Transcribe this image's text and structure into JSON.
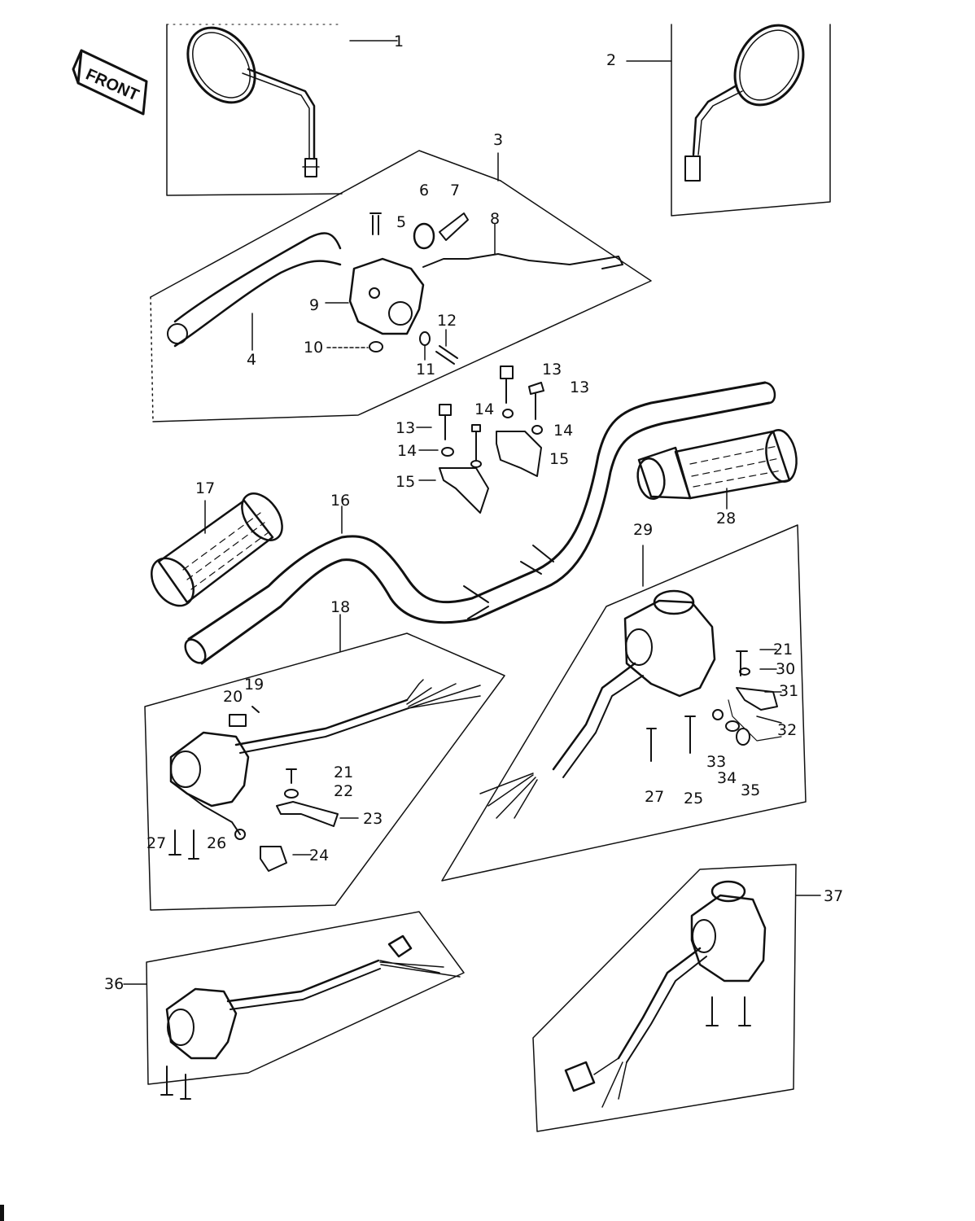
{
  "diagram": {
    "front_sign": "FRONT",
    "callouts": [
      {
        "id": "c1",
        "text": "1"
      },
      {
        "id": "c2",
        "text": "2"
      },
      {
        "id": "c3",
        "text": "3"
      },
      {
        "id": "c4",
        "text": "4"
      },
      {
        "id": "c5",
        "text": "5"
      },
      {
        "id": "c6",
        "text": "6"
      },
      {
        "id": "c7",
        "text": "7"
      },
      {
        "id": "c8",
        "text": "8"
      },
      {
        "id": "c9",
        "text": "9"
      },
      {
        "id": "c10",
        "text": "10"
      },
      {
        "id": "c11",
        "text": "11"
      },
      {
        "id": "c12",
        "text": "12"
      },
      {
        "id": "c13a",
        "text": "13"
      },
      {
        "id": "c13b",
        "text": "13"
      },
      {
        "id": "c13c",
        "text": "13"
      },
      {
        "id": "c14a",
        "text": "14"
      },
      {
        "id": "c14b",
        "text": "14"
      },
      {
        "id": "c14c",
        "text": "14"
      },
      {
        "id": "c15a",
        "text": "15"
      },
      {
        "id": "c15b",
        "text": "15"
      },
      {
        "id": "c16",
        "text": "16"
      },
      {
        "id": "c17",
        "text": "17"
      },
      {
        "id": "c18",
        "text": "18"
      },
      {
        "id": "c19",
        "text": "19"
      },
      {
        "id": "c20",
        "text": "20"
      },
      {
        "id": "c21a",
        "text": "21"
      },
      {
        "id": "c21b",
        "text": "21"
      },
      {
        "id": "c22",
        "text": "22"
      },
      {
        "id": "c23",
        "text": "23"
      },
      {
        "id": "c24",
        "text": "24"
      },
      {
        "id": "c25",
        "text": "25"
      },
      {
        "id": "c26",
        "text": "26"
      },
      {
        "id": "c27a",
        "text": "27"
      },
      {
        "id": "c27b",
        "text": "27"
      },
      {
        "id": "c28",
        "text": "28"
      },
      {
        "id": "c29",
        "text": "29"
      },
      {
        "id": "c30",
        "text": "30"
      },
      {
        "id": "c31",
        "text": "31"
      },
      {
        "id": "c32",
        "text": "32"
      },
      {
        "id": "c33",
        "text": "33"
      },
      {
        "id": "c34",
        "text": "34"
      },
      {
        "id": "c35",
        "text": "35"
      },
      {
        "id": "c36",
        "text": "36"
      },
      {
        "id": "c37",
        "text": "37"
      }
    ]
  }
}
